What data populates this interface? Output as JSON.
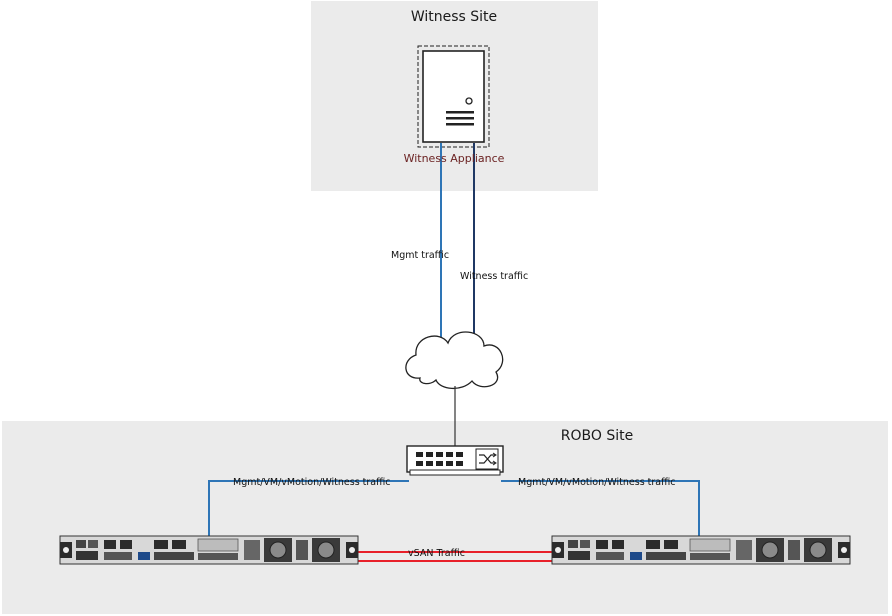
{
  "witness_site": {
    "title": "Witness Site",
    "appliance_label": "Witness Appliance"
  },
  "robo_site": {
    "title": "ROBO Site"
  },
  "links": {
    "mgmt_label": "Mgmt traffic",
    "witness_label": "Witness traffic",
    "host_left_label": "Mgmt/VM/vMotion/Witness traffic",
    "host_right_label": "Mgmt/VM/vMotion/Witness traffic",
    "vsan_label": "vSAN Traffic"
  },
  "colors": {
    "site_bg": "#ebebeb",
    "mgmt_link": "#2e75b6",
    "witness_link": "#1f3864",
    "vsan_link": "#e8202a",
    "host_link": "#2e75b6"
  },
  "icons": [
    "server-icon",
    "cloud-icon",
    "switch-icon",
    "rack-server-icon"
  ]
}
